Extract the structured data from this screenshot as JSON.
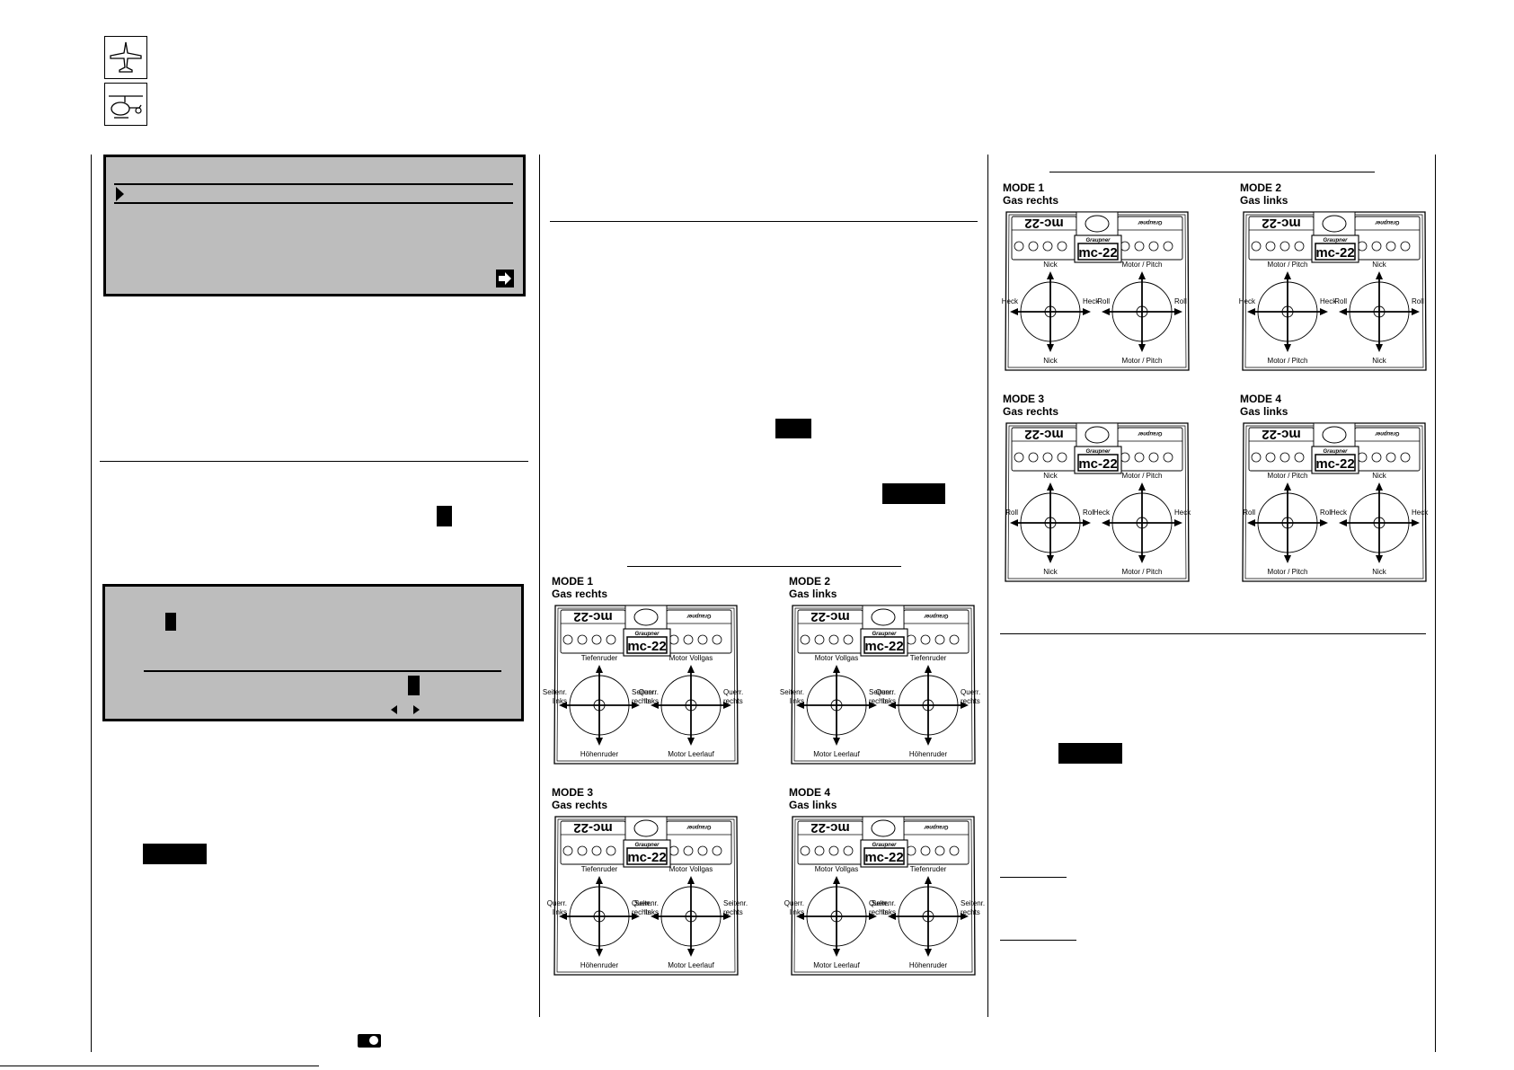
{
  "brand": "mc-22",
  "brand_top": "Graupner",
  "icons": [
    "airplane-icon",
    "helicopter-icon"
  ],
  "axis_label_groups": {
    "fixed_wing": {
      "m1": {
        "l_top": "Tiefenruder",
        "l_bottom": "Höhenruder",
        "l_left": [
          "Seitenr.",
          "links"
        ],
        "l_right": [
          "Seitenr.",
          "rechts"
        ],
        "r_top": "Motor Vollgas",
        "r_bottom": "Motor Leerlauf",
        "r_left": [
          "Querr.",
          "links"
        ],
        "r_right": [
          "Querr.",
          "rechts"
        ]
      },
      "m2": {
        "l_top": "Motor Vollgas",
        "l_bottom": "Motor Leerlauf",
        "l_left": [
          "Seitenr.",
          "links"
        ],
        "l_right": [
          "Seitenr.",
          "rechts"
        ],
        "r_top": "Tiefenruder",
        "r_bottom": "Höhenruder",
        "r_left": [
          "Querr.",
          "links"
        ],
        "r_right": [
          "Querr.",
          "rechts"
        ]
      },
      "m3": {
        "l_top": "Tiefenruder",
        "l_bottom": "Höhenruder",
        "l_left": [
          "Querr.",
          "links"
        ],
        "l_right": [
          "Querr.",
          "rechts"
        ],
        "r_top": "Motor Vollgas",
        "r_bottom": "Motor Leerlauf",
        "r_left": [
          "Seitenr.",
          "links"
        ],
        "r_right": [
          "Seitenr.",
          "rechts"
        ]
      },
      "m4": {
        "l_top": "Motor Vollgas",
        "l_bottom": "Motor Leerlauf",
        "l_left": [
          "Querr.",
          "links"
        ],
        "l_right": [
          "Querr.",
          "rechts"
        ],
        "r_top": "Tiefenruder",
        "r_bottom": "Höhenruder",
        "r_left": [
          "Seitenr.",
          "links"
        ],
        "r_right": [
          "Seitenr.",
          "rechts"
        ]
      }
    },
    "helicopter": {
      "m1": {
        "l_top": "Nick",
        "l_bottom": "Nick",
        "l_left": [
          "Heck"
        ],
        "l_right": [
          "Heck"
        ],
        "r_top": "Motor / Pitch",
        "r_bottom": "Motor / Pitch",
        "r_left": [
          "Roll"
        ],
        "r_right": [
          "Roll"
        ]
      },
      "m2": {
        "l_top": "Motor / Pitch",
        "l_bottom": "Motor / Pitch",
        "l_left": [
          "Heck"
        ],
        "l_right": [
          "Heck"
        ],
        "r_top": "Nick",
        "r_bottom": "Nick",
        "r_left": [
          "Roll"
        ],
        "r_right": [
          "Roll"
        ]
      },
      "m3": {
        "l_top": "Nick",
        "l_bottom": "Nick",
        "l_left": [
          "Roll"
        ],
        "l_right": [
          "Roll"
        ],
        "r_top": "Motor / Pitch",
        "r_bottom": "Motor / Pitch",
        "r_left": [
          "Heck"
        ],
        "r_right": [
          "Heck"
        ]
      },
      "m4": {
        "l_top": "Motor / Pitch",
        "l_bottom": "Motor / Pitch",
        "l_left": [
          "Roll"
        ],
        "l_right": [
          "Roll"
        ],
        "r_top": "Nick",
        "r_bottom": "Nick",
        "r_left": [
          "Heck"
        ],
        "r_right": [
          "Heck"
        ]
      }
    }
  },
  "fixed_wing_diagrams": [
    {
      "mode": "MODE 1",
      "throttle": "Gas rechts",
      "labels": "fixed_wing.m1"
    },
    {
      "mode": "MODE  2",
      "throttle": "Gas links",
      "labels": "fixed_wing.m2"
    },
    {
      "mode": "MODE  3",
      "throttle": "Gas rechts",
      "labels": "fixed_wing.m3"
    },
    {
      "mode": "MODE  4",
      "throttle": "Gas links",
      "labels": "fixed_wing.m4"
    }
  ],
  "helicopter_diagrams": [
    {
      "mode": "MODE 1",
      "throttle": "Gas rechts",
      "labels": "helicopter.m1"
    },
    {
      "mode": "MODE  2",
      "throttle": "Gas links",
      "labels": "helicopter.m2"
    },
    {
      "mode": "MODE 3",
      "throttle": "Gas rechts",
      "labels": "helicopter.m3"
    },
    {
      "mode": "MODE 4",
      "throttle": "Gas links",
      "labels": "helicopter.m4"
    }
  ]
}
